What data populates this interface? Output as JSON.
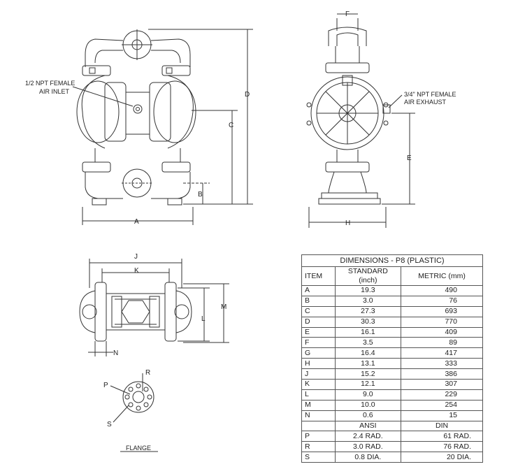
{
  "callouts": {
    "air_inlet_1": "1/2 NPT FEMALE",
    "air_inlet_2": "AIR INLET",
    "air_exhaust_1": "3/4\" NPT FEMALE",
    "air_exhaust_2": "AIR EXHAUST",
    "flange": "FLANGE"
  },
  "dim_letters": {
    "A": "A",
    "B": "B",
    "C": "C",
    "D": "D",
    "E": "E",
    "F": "F",
    "H": "H",
    "J": "J",
    "K": "K",
    "L": "L",
    "M": "M",
    "N": "N",
    "P": "P",
    "R": "R",
    "S": "S"
  },
  "table": {
    "title": "DIMENSIONS - P8 (PLASTIC)",
    "headers": [
      "ITEM",
      "STANDARD (inch)",
      "METRIC (mm)"
    ],
    "rows": [
      [
        "A",
        "19.3",
        "490"
      ],
      [
        "B",
        "3.0",
        "76"
      ],
      [
        "C",
        "27.3",
        "693"
      ],
      [
        "D",
        "30.3",
        "770"
      ],
      [
        "E",
        "16.1",
        "409"
      ],
      [
        "F",
        "3.5",
        "89"
      ],
      [
        "G",
        "16.4",
        "417"
      ],
      [
        "H",
        "13.1",
        "333"
      ],
      [
        "J",
        "15.2",
        "386"
      ],
      [
        "K",
        "12.1",
        "307"
      ],
      [
        "L",
        "9.0",
        "229"
      ],
      [
        "M",
        "10.0",
        "254"
      ],
      [
        "N",
        "0.6",
        "15"
      ]
    ],
    "subheaders": [
      "",
      "ANSI",
      "DIN"
    ],
    "flange_rows": [
      [
        "P",
        "2.4 RAD.",
        "61 RAD."
      ],
      [
        "R",
        "3.0 RAD.",
        "76 RAD."
      ],
      [
        "S",
        "0.8 DIA.",
        "20 DIA."
      ]
    ]
  }
}
